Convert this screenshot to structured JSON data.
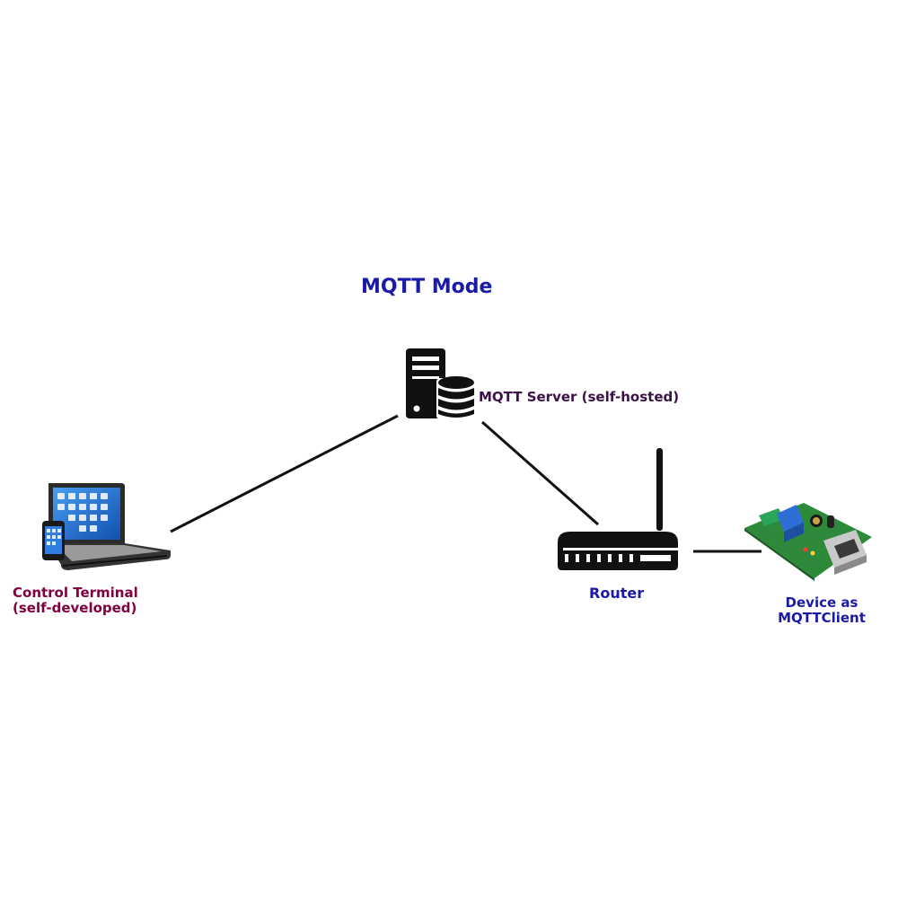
{
  "title": "MQTT Mode",
  "colors": {
    "title": "#1a1aa8",
    "server_label": "#3a1248",
    "control_label": "#800040",
    "router_label": "#1a1aa8",
    "device_label": "#1a1aa8",
    "link": "#111111"
  },
  "nodes": {
    "server": {
      "label": "MQTT Server (self-hosted)",
      "icon": "server-database-icon"
    },
    "control": {
      "label_line1": "Control Terminal",
      "label_line2": "(self-developed)",
      "icon": "laptop-phone-icon"
    },
    "router": {
      "label": "Router",
      "icon": "router-icon"
    },
    "device": {
      "label_line1": "Device as",
      "label_line2": "MQTTClient",
      "icon": "relay-board-icon"
    }
  },
  "links": [
    {
      "from": "control",
      "to": "server"
    },
    {
      "from": "server",
      "to": "router"
    },
    {
      "from": "router",
      "to": "device"
    }
  ]
}
